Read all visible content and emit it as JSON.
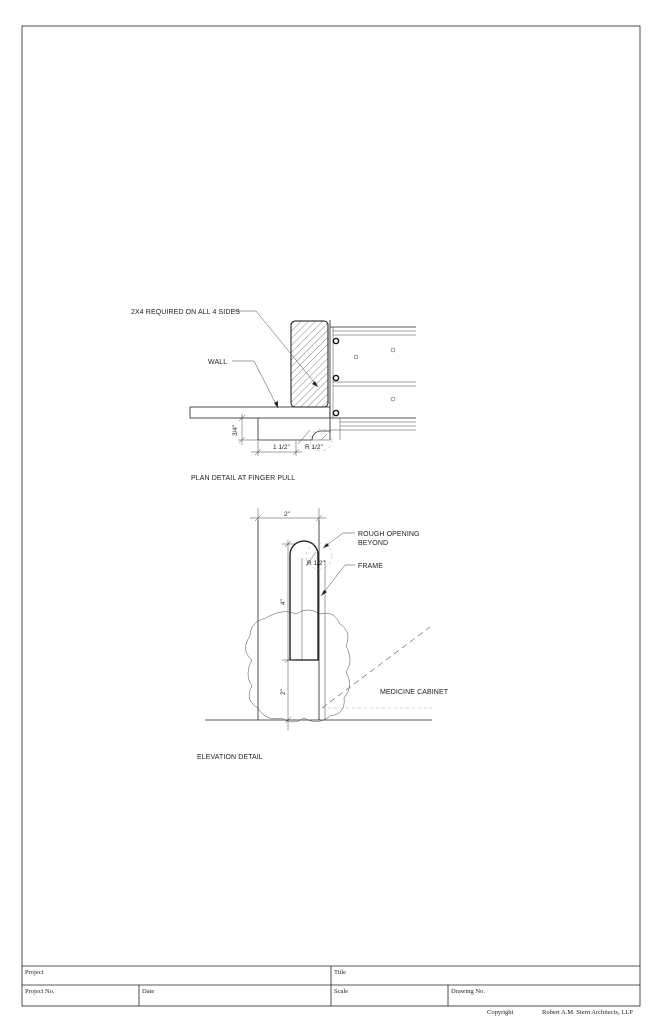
{
  "plan_detail": {
    "callout_2x4": "2X4 REQUIRED ON ALL 4 SIDES",
    "callout_wall": "WALL",
    "dim_depth": "3/4\"",
    "dim_width": "1 1/2\"",
    "dim_radius": "R 1/2\"",
    "caption": "PLAN DETAIL AT FINGER PULL"
  },
  "elevation_detail": {
    "dim_top": "2\"",
    "dim_radius": "R 1/2\"",
    "dim_height": "4\"",
    "dim_bottom": "2\"",
    "callout_rough_opening_1": "ROUGH OPENING",
    "callout_rough_opening_2": "BEYOND",
    "callout_frame": "FRAME",
    "callout_cabinet": "MEDICINE CABINET",
    "caption": "ELEVATION DETAIL"
  },
  "title_block": {
    "project_label": "Project",
    "title_label": "Title",
    "project_no_label": "Project No.",
    "date_label": "Date",
    "scale_label": "Scale",
    "drawing_no_label": "Drawing No.",
    "copyright_label": "Copyright",
    "firm_name": "Robert A.M. Stern Architects, LLP"
  }
}
